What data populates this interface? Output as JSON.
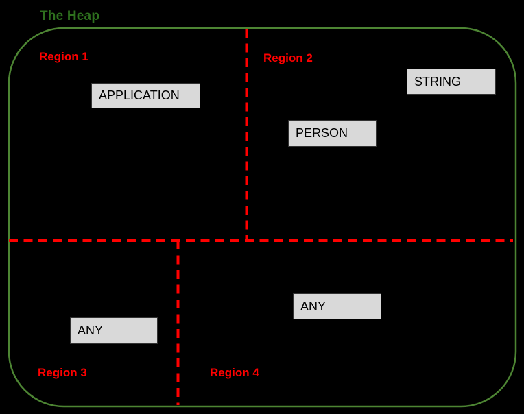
{
  "diagram": {
    "title": "The Heap",
    "regions": [
      {
        "label": "Region 1"
      },
      {
        "label": "Region 2"
      },
      {
        "label": "Region 3"
      },
      {
        "label": "Region 4"
      }
    ],
    "boxes": [
      {
        "label": "APPLICATION",
        "region": "Region 1"
      },
      {
        "label": "STRING",
        "region": "Region 2"
      },
      {
        "label": "PERSON",
        "region": "Region 2"
      },
      {
        "label": "ANY",
        "region": "Region 3"
      },
      {
        "label": "ANY",
        "region": "Region 4"
      }
    ],
    "colors": {
      "background": "#000000",
      "heap_border_green": "#4d8533",
      "title_green": "#2e701e",
      "region_label_red": "#ff0000",
      "divider_red": "#ff0000",
      "box_fill": "#d9d9d9",
      "box_border": "#333333",
      "box_text": "#000000"
    }
  }
}
